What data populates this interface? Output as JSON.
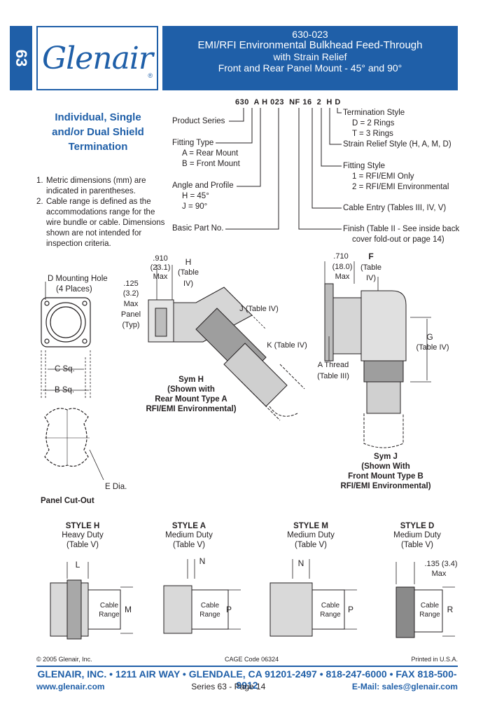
{
  "header": {
    "tab_number": "63",
    "logo": "Glenair",
    "logo_mark": "®",
    "part_family": "630-023",
    "title": "EMI/RFI Environmental Bulkhead Feed-Through",
    "subtitle1": "with Strain Relief",
    "subtitle2": "Front and Rear Panel Mount -  45° and 90°"
  },
  "intro": {
    "title_line1": "Individual, Single",
    "title_line2": "and/or Dual Shield",
    "title_line3": "Termination"
  },
  "notes": [
    {
      "num": "1.",
      "text": "Metric dimensions (mm) are indicated in parentheses."
    },
    {
      "num": "2.",
      "text": "Cable range is defined as the accommodations range for the wire bundle or cable.  Dimensions shown are not intended for inspection criteria."
    }
  ],
  "part_number": {
    "code": "630  A H 023  NF 16  2  H D",
    "left_labels": {
      "product_series": "Product Series",
      "fitting_type": "Fitting Type",
      "fitting_a": "A = Rear Mount",
      "fitting_b": "B = Front Mount",
      "angle": "Angle and Profile",
      "angle_h": "H = 45°",
      "angle_j": "J = 90°",
      "basic": "Basic Part No."
    },
    "right_labels": {
      "termination": "Termination Style",
      "term_d": "D = 2 Rings",
      "term_t": "T = 3 Rings",
      "strain": "Strain Relief Style (H, A, M, D)",
      "fitting_style": "Fitting Style",
      "fs_1": "1 = RFI/EMI Only",
      "fs_2": "2 = RFI/EMI Environmental",
      "cable_entry": "Cable Entry (Tables III, IV, V)",
      "finish1": "Finish (Table II - See inside back",
      "finish2": "cover fold-out or page 14)"
    }
  },
  "panel": {
    "mount_hole1": "D Mounting Hole",
    "mount_hole2": "(4 Places)",
    "c_sq": "C Sq.",
    "b_sq": "B Sq.",
    "e_dia": "E Dia.",
    "cutout": "Panel Cut-Out"
  },
  "sym_h": {
    "d910": ".910",
    "d231": "(23.1)",
    "max": "Max",
    "h": "H",
    "table": "(Table",
    "iv": "IV)",
    "d125": ".125",
    "d32": "(3.2)",
    "max2": "Max",
    "panel": "Panel",
    "typ": "(Typ)",
    "j": "J (Table IV)",
    "k": "K (Table IV)",
    "cap1": "Sym H",
    "cap2": "(Shown with",
    "cap3": "Rear Mount Type A",
    "cap4": "RFI/EMI Environmental)"
  },
  "sym_j": {
    "d710": ".710",
    "d180": "(18.0)",
    "max": "Max",
    "f": "F",
    "table": "(Table",
    "iv": "IV)",
    "g": "G",
    "gtable": "(Table IV)",
    "athread": "A Thread",
    "atable": "(Table III)",
    "cap1": "Sym J",
    "cap2": "(Shown With",
    "cap3": "Front Mount Type B",
    "cap4": "RFI/EMI Environmental)"
  },
  "styles": [
    {
      "title": "STYLE H",
      "duty": "Heavy Duty",
      "table": "(Table V)",
      "dim_top": "L",
      "dim_side": "M"
    },
    {
      "title": "STYLE A",
      "duty": "Medium Duty",
      "table": "(Table V)",
      "dim_top": "N",
      "dim_side": "P"
    },
    {
      "title": "STYLE M",
      "duty": "Medium Duty",
      "table": "(Table V)",
      "dim_top": "N",
      "dim_side": "P"
    },
    {
      "title": "STYLE D",
      "duty": "Medium Duty",
      "table": "(Table V)",
      "dim_top": ".135 (3.4)",
      "dim_top2": "Max",
      "dim_side": "R"
    }
  ],
  "cable_range": {
    "line1": "Cable",
    "line2": "Range"
  },
  "footer": {
    "copyright": "© 2005 Glenair, Inc.",
    "cage": "CAGE Code 06324",
    "printed": "Printed in U.S.A.",
    "address": "GLENAIR, INC. • 1211 AIR WAY • GLENDALE, CA 91201-2497 • 818-247-6000 • FAX 818-500-9912",
    "web": "www.glenair.com",
    "page": "Series 63 - Page 14",
    "email": "E-Mail: sales@glenair.com"
  },
  "colors": {
    "brand_blue": "#1f5fa8"
  }
}
